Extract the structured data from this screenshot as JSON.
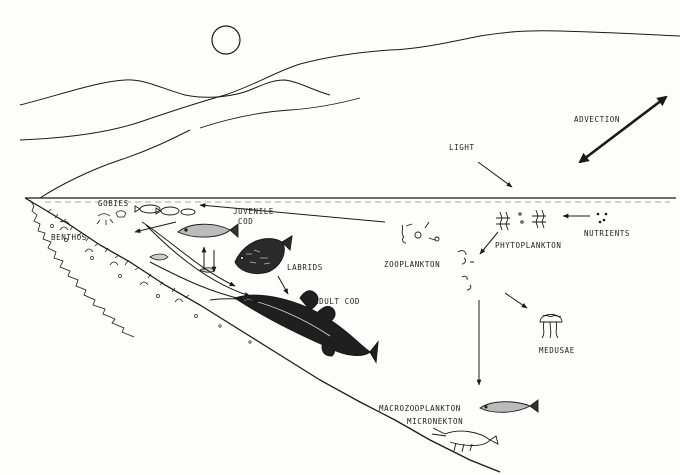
{
  "labels": {
    "advection": "ADVECTION",
    "light": "LIGHT",
    "gobies": "GOBIES",
    "juvenile": "JUVENILE",
    "cod": "COD",
    "benthos": "BENTHOS",
    "labrids": "LABRIDS",
    "adult_cod": "ADULT COD",
    "zooplankton": "ZOOPLANKTON",
    "phytoplankton": "PHYTOPLANKTON",
    "nutrients": "NUTRIENTS",
    "medusae": "MEDUSAE",
    "macrozooplankton": "MACROZOOPLANKTON",
    "micronekton": "MICRONEKTON"
  },
  "colors": {
    "ink": "#1a1a1a",
    "paper": "#fdfdfb"
  }
}
